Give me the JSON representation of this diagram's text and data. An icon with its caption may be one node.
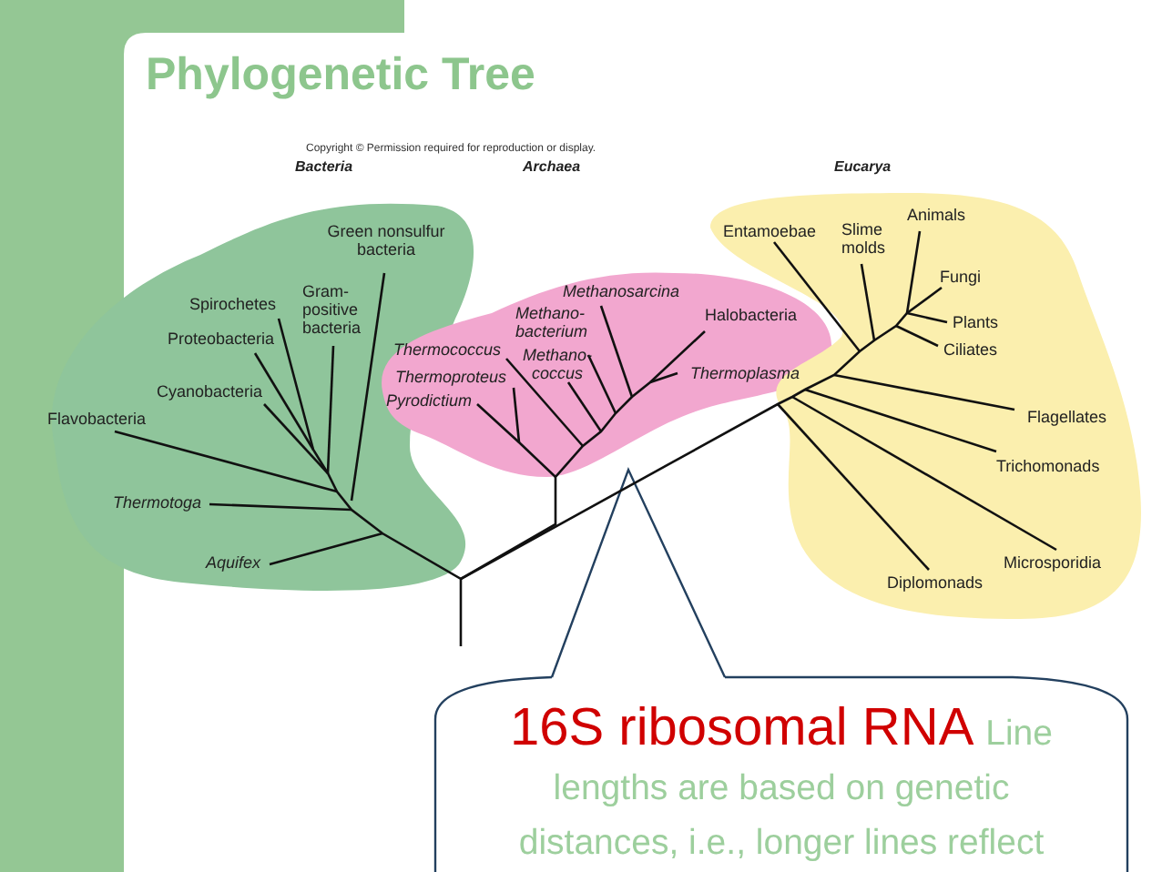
{
  "diagram": {
    "title": "Phylogenetic Tree",
    "nodes": [
      {
        "text": [],
        "shape": "blob"
      },
      {
        "text": [],
        "shape": "blob"
      },
      {
        "text": [],
        "shape": "blob"
      },
      {
        "text": [
          "Green nonsulfur bacteria"
        ],
        "in": 0
      },
      {
        "text": [
          "Spirochetes"
        ],
        "in": 0
      },
      {
        "text": [
          "Gram- positive bacteria"
        ],
        "in": 0
      },
      {
        "text": [
          "Proteobacteria"
        ],
        "in": 0
      },
      {
        "text": [
          "Cyanobacteria"
        ],
        "in": 0
      },
      {
        "text": [
          "Flavobacteria"
        ],
        "in": 0
      },
      {
        "text": [
          "Thermotoga"
        ],
        "in": 0
      },
      {
        "text": [
          "Aquifex"
        ],
        "in": 0
      },
      {
        "text": [
          "Methanosarcina"
        ],
        "in": 1
      },
      {
        "text": [
          "Methano- bacterium"
        ],
        "in": 1
      },
      {
        "text": [
          "Halobacteria"
        ],
        "in": 1
      },
      {
        "text": [
          "Thermococcus"
        ],
        "in": 1
      },
      {
        "text": [
          "Methano- coccus"
        ],
        "in": 1
      },
      {
        "text": [
          "Thermoproteus"
        ],
        "in": 1
      },
      {
        "text": [
          "Thermoplasma"
        ],
        "in": 1
      },
      {
        "text": [
          "Pyrodictium"
        ],
        "in": 1
      },
      {
        "text": [
          "Animals"
        ],
        "in": 2
      },
      {
        "text": [
          "Entamoebae"
        ],
        "in": 2
      },
      {
        "text": [
          "Slime molds"
        ],
        "in": 2
      },
      {
        "text": [
          "Fungi"
        ],
        "in": 2
      },
      {
        "text": [
          "Plants"
        ],
        "in": 2
      },
      {
        "text": [
          "Ciliates"
        ],
        "in": 2
      },
      {
        "text": [
          "Flagellates"
        ],
        "in": 2
      },
      {
        "text": [
          "Trichomonads"
        ],
        "in": 2
      },
      {
        "text": [
          "Microsporidia"
        ],
        "in": 2
      },
      {
        "text": [
          "Diplomonads"
        ],
        "in": 2
      },
      {
        "text": [
          "16S ribosomal RNA",
          "Line lengths are based on genetic distances, i.e., longer lines reflect"
        ]
      }
    ],
    "labels": [
      "Copyright © Permission required for reproduction or display.",
      "Bacteria",
      "Archaea",
      "Eucarya"
    ]
  }
}
